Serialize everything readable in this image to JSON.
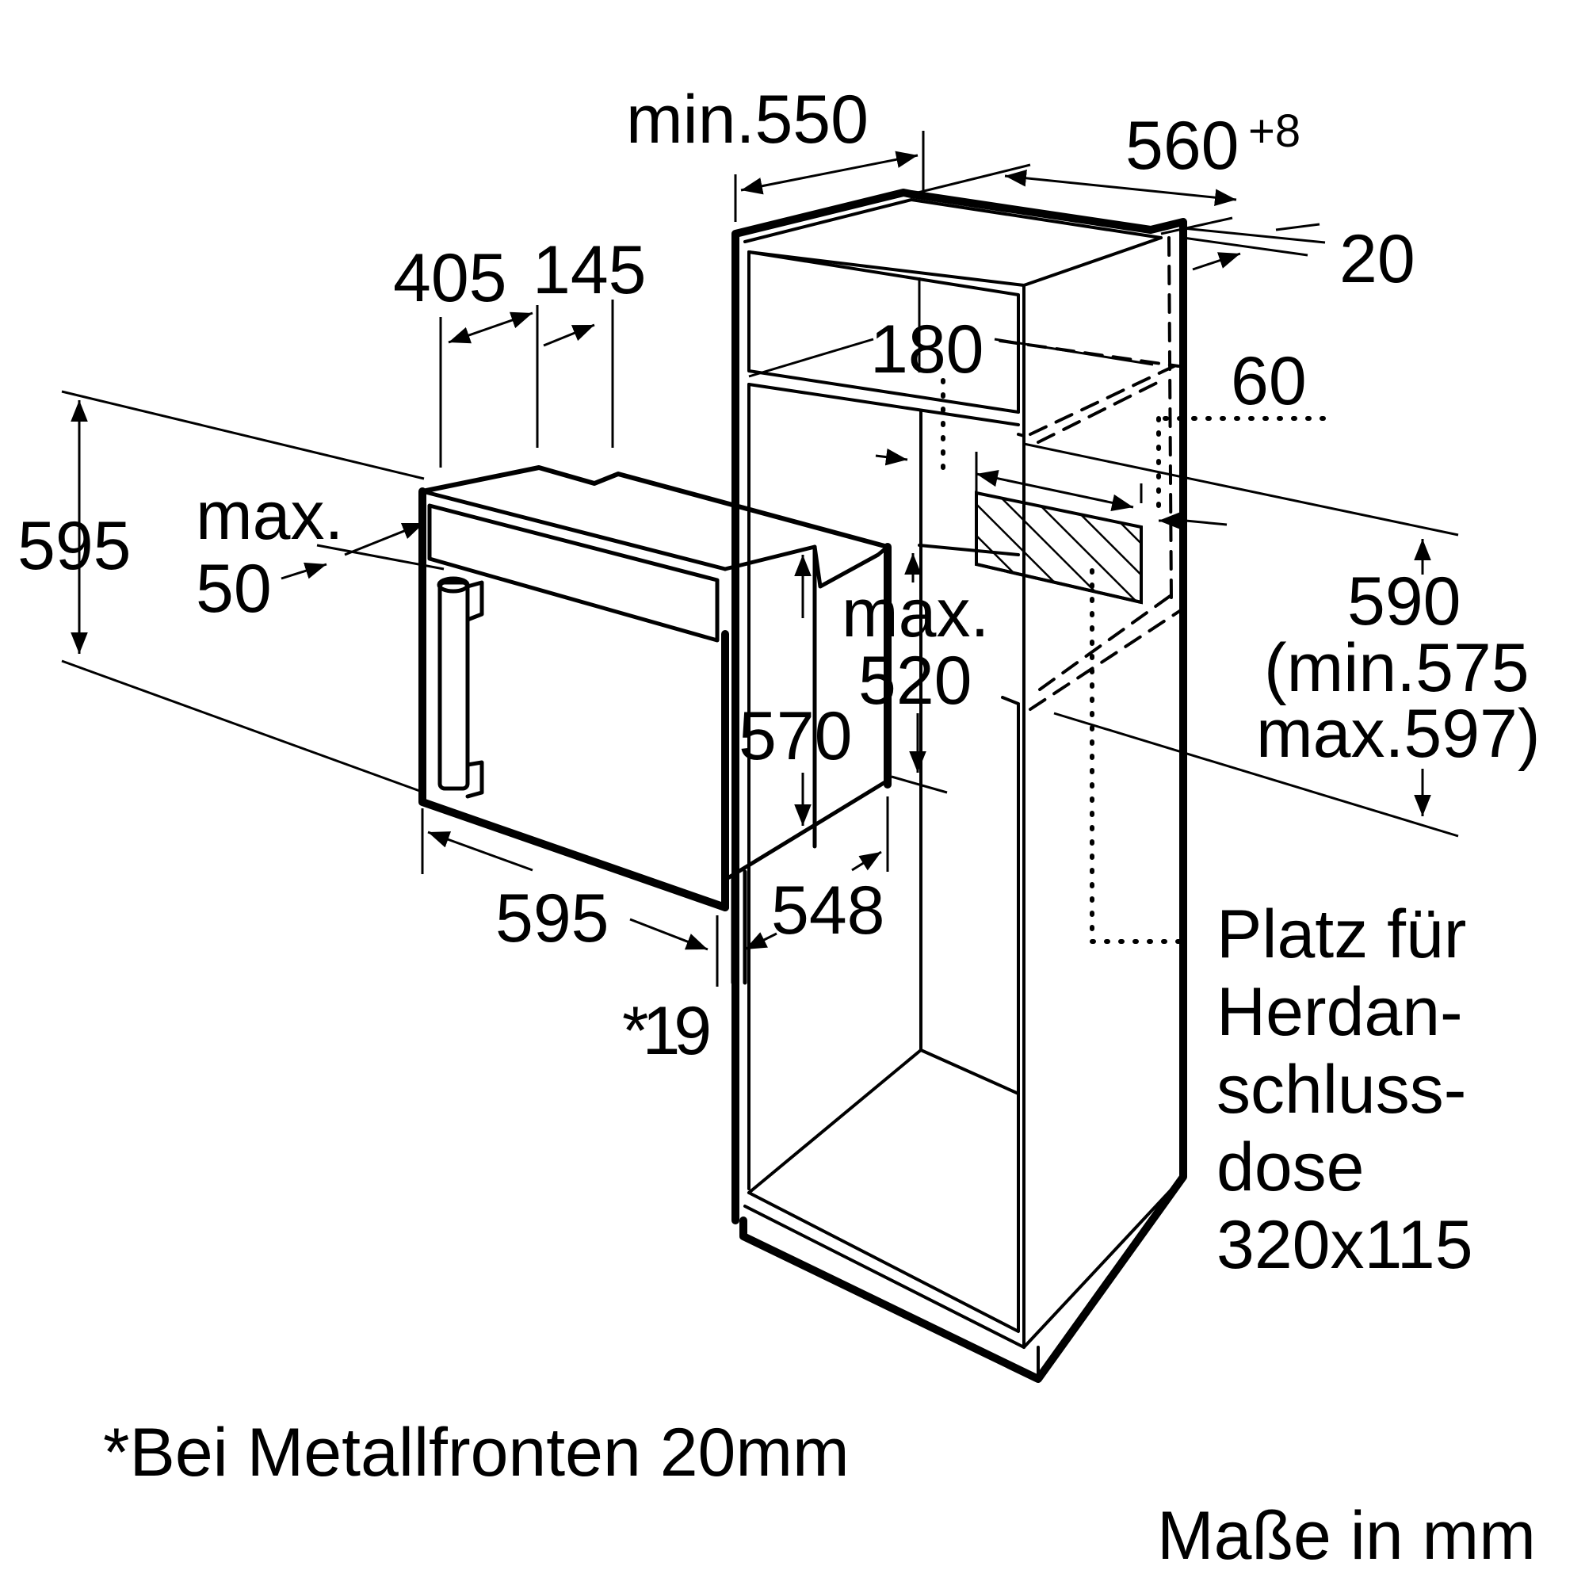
{
  "labels": {
    "min550": "min.550",
    "w560": "560",
    "w560_tol": "+8",
    "d20": "20",
    "d405": "405",
    "d145": "145",
    "d180": "180",
    "d60": "60",
    "d595_left": "595",
    "max": "max.",
    "d50": "50",
    "max2": "max.",
    "d520": "520",
    "d570": "570",
    "d590": "590",
    "min575": "(min.575",
    "max597": "max.597)",
    "d595_bottom": "595",
    "d548": "548",
    "star19": "*19"
  },
  "socket_note": {
    "line1": "Platz für",
    "line2": "Herdan-",
    "line3": "schluss-",
    "line4": "dose",
    "line5": "320x115"
  },
  "footnote": "*Bei Metallfronten 20mm",
  "units": "Maße in mm"
}
